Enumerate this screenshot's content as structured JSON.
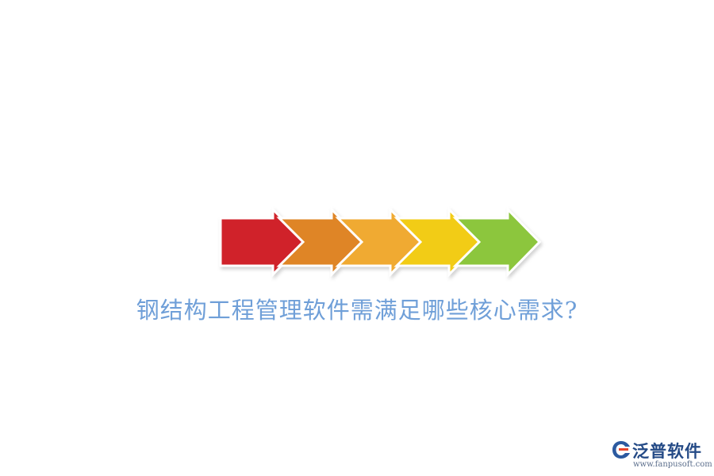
{
  "headline": "钢结构工程管理软件需满足哪些核心需求?",
  "arrows": [
    {
      "color": "#d0232b"
    },
    {
      "color": "#df8528"
    },
    {
      "color": "#f0aa30"
    },
    {
      "color": "#f2cc13"
    },
    {
      "color": "#8cc63e"
    }
  ],
  "colors": {
    "headline": "#6f9fd8",
    "brand": "#244a86",
    "background": "#ffffff"
  },
  "brand": {
    "name": "泛普软件",
    "url": "www.fanpusoft.com",
    "logo_icon": "fanpu-logo-icon"
  }
}
